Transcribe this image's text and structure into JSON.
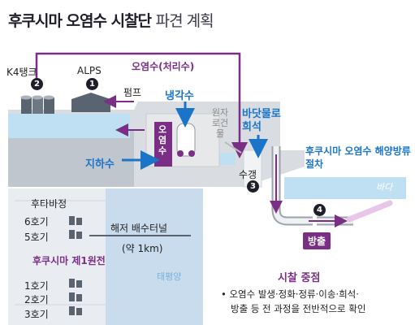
{
  "title": {
    "main": "후쿠시마 오염수 시찰단",
    "sub": "파견 계획"
  },
  "labels": {
    "k4": "K4탱크",
    "alps": "ALPS",
    "pump": "펌프",
    "contaminated_flow": "오염수(처리수)",
    "cooling_water": "냉각수",
    "contaminated_vertical": "오염수",
    "reactor_building": "원자로건물",
    "groundwater": "지하수",
    "seawater_dilution": "바닷물로 희석",
    "shaft": "수갱",
    "release_procedure": "후쿠시마 오염수 해양방류 절차",
    "sea": "바다",
    "release": "방출",
    "futaba": "후타바정",
    "unit6": "6호기",
    "unit5": "5호기",
    "tunnel": "해저 배수터널",
    "tunnel_length": "(약 1km)",
    "plant": "후쿠시마 제1원전",
    "pacific": "태평양",
    "unit1": "1호기",
    "unit2": "2호기",
    "unit3": "3호기",
    "inspection_title": "시찰 중점",
    "inspection_line1": "• 오염수 발생·정화·정류·이송·희석·",
    "inspection_line2": "방출 등 전 과정을 전반적으로 확인"
  },
  "badges": {
    "b1": "1",
    "b2": "2",
    "b3": "3",
    "b4": "4"
  },
  "colors": {
    "purple": "#7a2e85",
    "blue": "#1a74c9",
    "dark": "#1e1e2a",
    "water": "#bfe0f3",
    "ground": "#d9dde2",
    "map": "#c9dcee"
  }
}
